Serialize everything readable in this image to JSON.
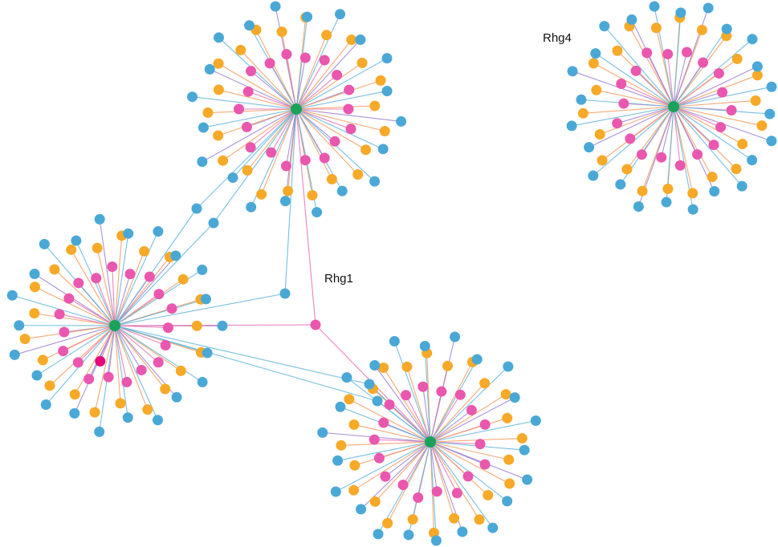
{
  "labels": {
    "rhg1": "Rhg1",
    "rhg4": "Rhg4"
  },
  "colors": {
    "background": "#ffffff",
    "hub": "#1aa15a",
    "blue": "#4aa8d6",
    "orange": "#f7a928",
    "pink": "#ea57ae",
    "magenta": "#e8077a",
    "edge_blue": "#5fb4da",
    "edge_orange": "#f49a5a",
    "edge_pink": "#e86fb1",
    "edge_violet": "#9b7fd1"
  },
  "hubs": [
    {
      "id": "hub-top",
      "leaves": {
        "pink": 18,
        "orange": 22,
        "blue": 20
      }
    },
    {
      "id": "hub-left",
      "leaves": {
        "pink": 19,
        "orange": 21,
        "blue": 22,
        "magenta": 1
      }
    },
    {
      "id": "hub-bottom",
      "leaves": {
        "pink": 18,
        "orange": 24,
        "blue": 22
      }
    },
    {
      "id": "hub-right",
      "leaves": {
        "pink": 18,
        "orange": 22,
        "blue": 24
      }
    }
  ],
  "connectors": [
    {
      "id": "c1",
      "color": "blue",
      "links": [
        "hub-top",
        "hub-left"
      ]
    },
    {
      "id": "c2",
      "color": "blue",
      "links": [
        "hub-top",
        "hub-left"
      ]
    },
    {
      "id": "c3",
      "color": "blue",
      "links": [
        "hub-top",
        "hub-left"
      ]
    },
    {
      "id": "c4",
      "color": "pink",
      "links": [
        "hub-top",
        "hub-left",
        "hub-bottom"
      ]
    },
    {
      "id": "c5",
      "color": "blue",
      "links": [
        "hub-left",
        "hub-bottom"
      ]
    },
    {
      "id": "c6",
      "color": "blue",
      "links": [
        "hub-left",
        "hub-bottom"
      ]
    }
  ]
}
